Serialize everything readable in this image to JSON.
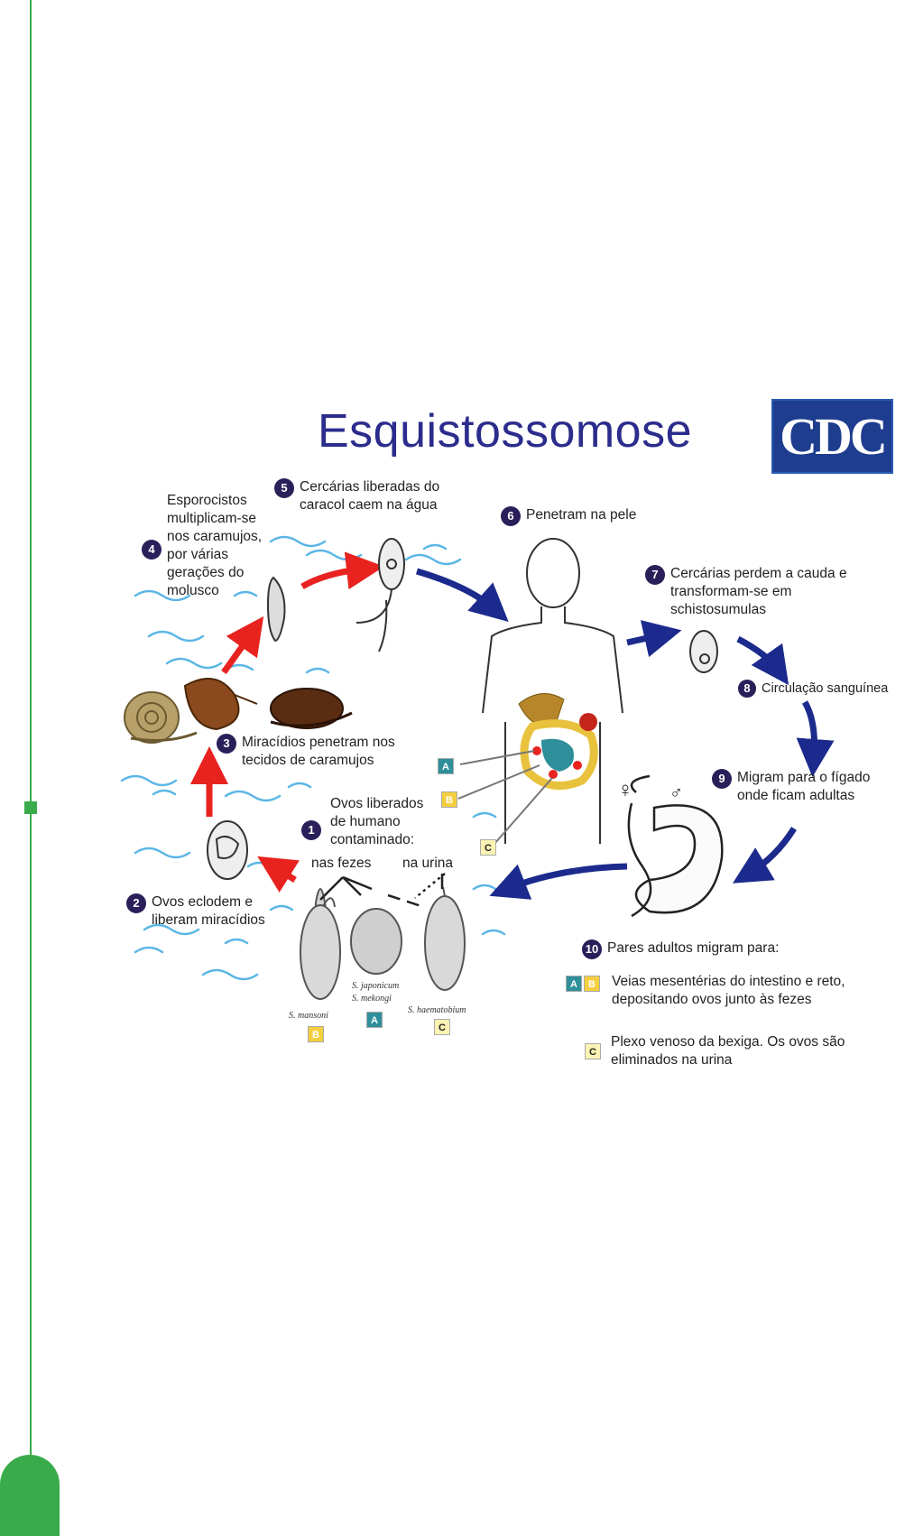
{
  "title": "Esquistossomose",
  "logo": "CDC",
  "steps": [
    {
      "n": "1",
      "text": "Ovos liberados de humano contaminado:"
    },
    {
      "n": "2",
      "text": "Ovos eclodem e liberam miracídios"
    },
    {
      "n": "3",
      "text": "Miracídios penetram nos tecidos de caramujos"
    },
    {
      "n": "4",
      "text": "Esporocistos multiplicam-se nos caramujos, por várias gerações do molusco"
    },
    {
      "n": "5",
      "text": "Cercárias liberadas do caracol caem na água"
    },
    {
      "n": "6",
      "text": "Penetram na pele"
    },
    {
      "n": "7",
      "text": "Cercárias perdem a cauda e transformam-se em schistosumulas"
    },
    {
      "n": "8",
      "text": "Circulação sanguínea"
    },
    {
      "n": "9",
      "text": "Migram para o fígado onde ficam adultas"
    },
    {
      "n": "10",
      "text": "Pares adultos migram para:"
    }
  ],
  "egg_routes": {
    "feces": "nas fezes",
    "urine": "na urina"
  },
  "species": {
    "mansoni": "S. mansoni",
    "japonicum": "S. japonicum",
    "mekongi": "S. mekongi",
    "haematobium": "S. haematobium"
  },
  "sex_symbols": {
    "female": "♀",
    "male": "♂"
  },
  "legend_letters": {
    "a": "A",
    "b": "B",
    "c": "C"
  },
  "destinations": {
    "intestine": "Veias mesentérias do intestino e reto, depositando ovos junto às fezes",
    "bladder": "Plexo venoso da bexiga. Os ovos são eliminados na urina"
  },
  "colors": {
    "accent_green": "#3aab4a",
    "title_blue": "#2b2c8c",
    "arrow_red": "#e8231f",
    "arrow_blue": "#1b2a8c",
    "water": "#5bb6e6"
  }
}
